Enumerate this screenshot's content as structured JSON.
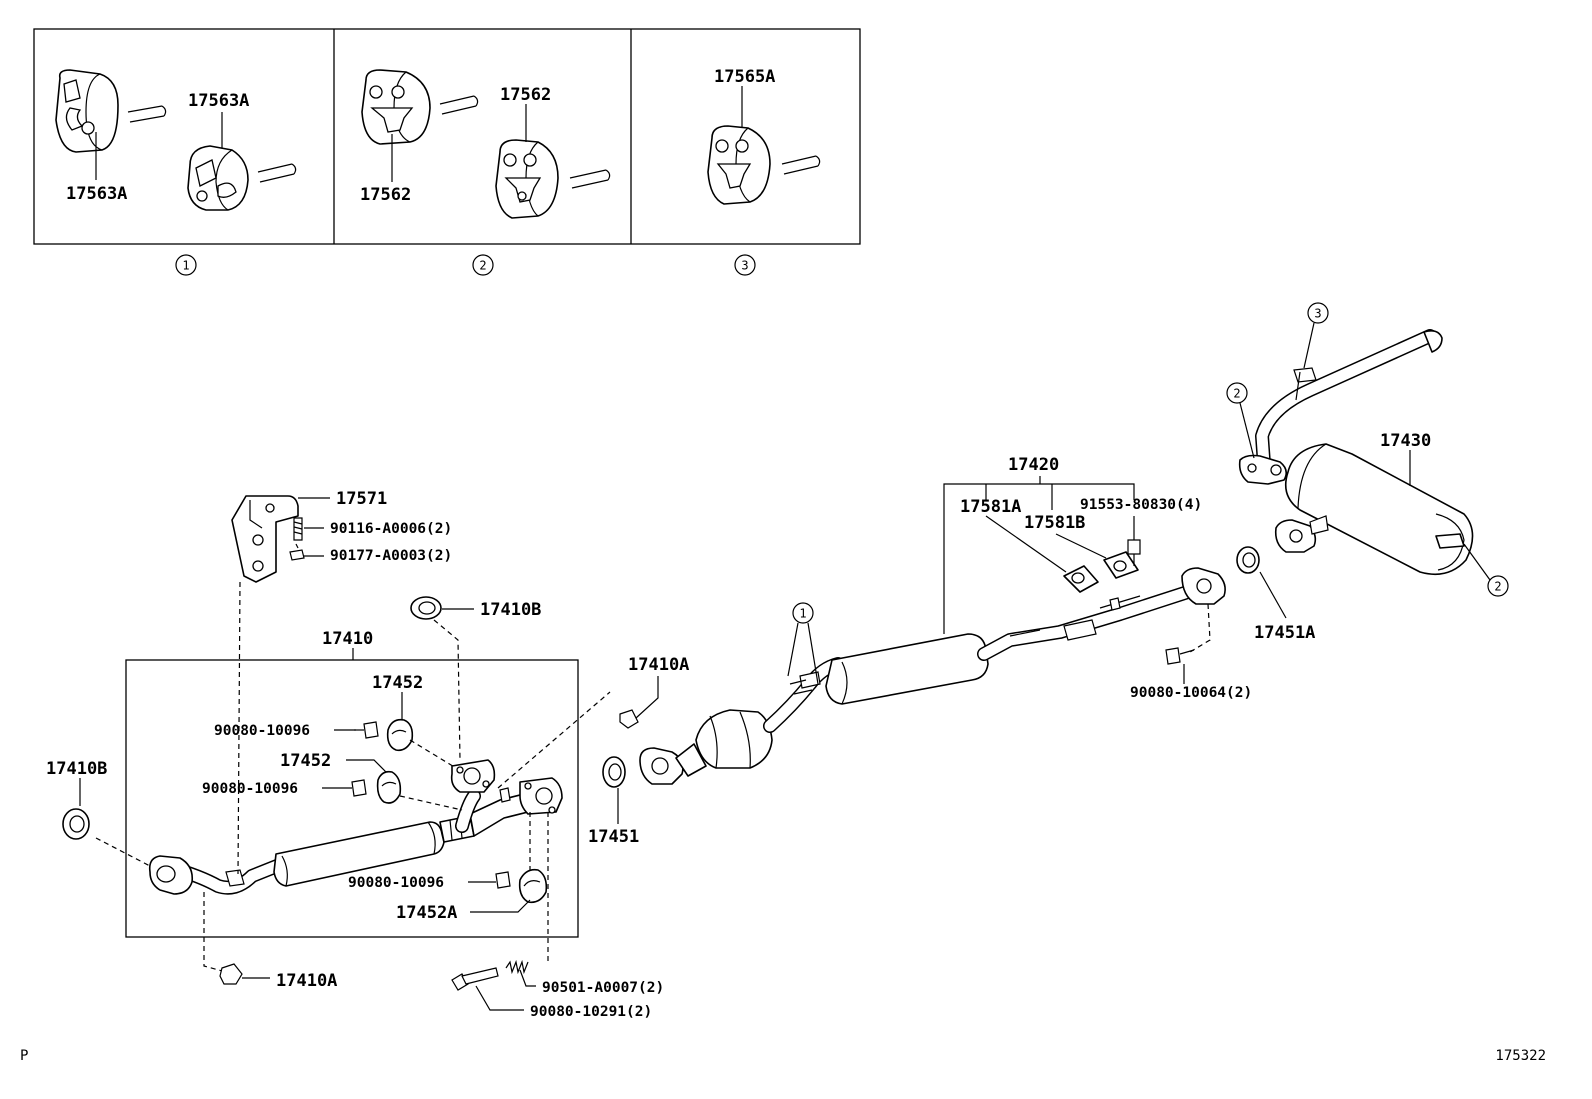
{
  "labels": {
    "p17563A_a": "17563A",
    "p17563A_b": "17563A",
    "p17562_a": "17562",
    "p17562_b": "17562",
    "p17565A": "17565A",
    "p17571": "17571",
    "p90116": "90116-A0006(2)",
    "p90177": "90177-A0003(2)",
    "p17410B_top": "17410B",
    "p17410": "17410",
    "p17452_top": "17452",
    "p90080_10096_a": "90080-10096",
    "p17452_mid": "17452",
    "p90080_10096_b": "90080-10096",
    "p17410B_left": "17410B",
    "p17410A_right": "17410A",
    "p17451": "17451",
    "p90080_10096_c": "90080-10096",
    "p17452A": "17452A",
    "p17410A_bottom": "17410A",
    "p90501": "90501-A0007(2)",
    "p90080_10291": "90080-10291(2)",
    "p17420": "17420",
    "p17581A": "17581A",
    "p17581B": "17581B",
    "p91553": "91553-80830(4)",
    "p90080_10064": "90080-10064(2)",
    "p17430": "17430",
    "p17451A": "17451A"
  },
  "callouts": {
    "c1": "1",
    "c2": "2",
    "c3": "3",
    "d1": "1",
    "d2a": "2",
    "d2b": "2",
    "d3": "3"
  },
  "corner": {
    "left": "P",
    "right": "175322"
  }
}
